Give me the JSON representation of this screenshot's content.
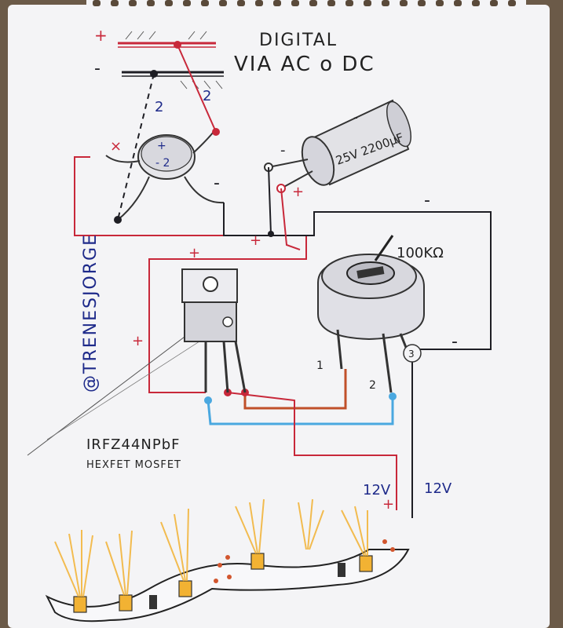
{
  "texts": {
    "title_line1": "DIGITAL",
    "title_line2": "VIA AC o DC",
    "cap_rating": "25V 2200µF",
    "pot_value": "100KΩ",
    "author": "@TRENESJORGE",
    "mosfet_part": "IRFZ44NPbF",
    "mosfet_type": "HEXFET MOSFET",
    "v_left": "12V",
    "v_right": "12V",
    "plus": "+",
    "minus": "-",
    "pin1": "1",
    "pin2": "2",
    "pin3": "3",
    "bridge_pin": "2",
    "bridge_x": "×"
  },
  "colors": {
    "paper": "#f4f4f6",
    "red_wire": "#c8283a",
    "blue_wire": "#4aa8e0",
    "orange_wire": "#c0502a",
    "black_wire": "#1e1e24",
    "ink_blue": "#1e2a8a",
    "led_glow": "#f2b233"
  },
  "icons": {
    "rectifier": "bridge-rectifier-icon",
    "capacitor": "electrolytic-capacitor-icon",
    "mosfet": "mosfet-to220-icon",
    "potentiometer": "potentiometer-icon",
    "led_strip": "led-strip-icon"
  }
}
